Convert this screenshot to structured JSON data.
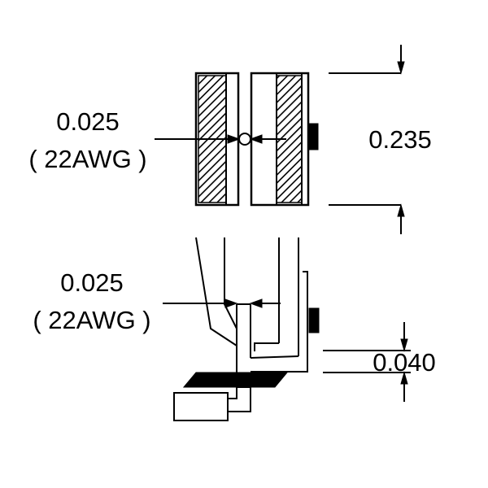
{
  "top_view": {
    "wire_size_value": "0.025",
    "wire_size_gauge": "( 22AWG )",
    "height_value": "0.235"
  },
  "side_view": {
    "wire_size_value": "0.025",
    "wire_size_gauge": "( 22AWG )",
    "offset_value": "0.040"
  },
  "colors": {
    "line": "#000000",
    "background": "#ffffff"
  }
}
